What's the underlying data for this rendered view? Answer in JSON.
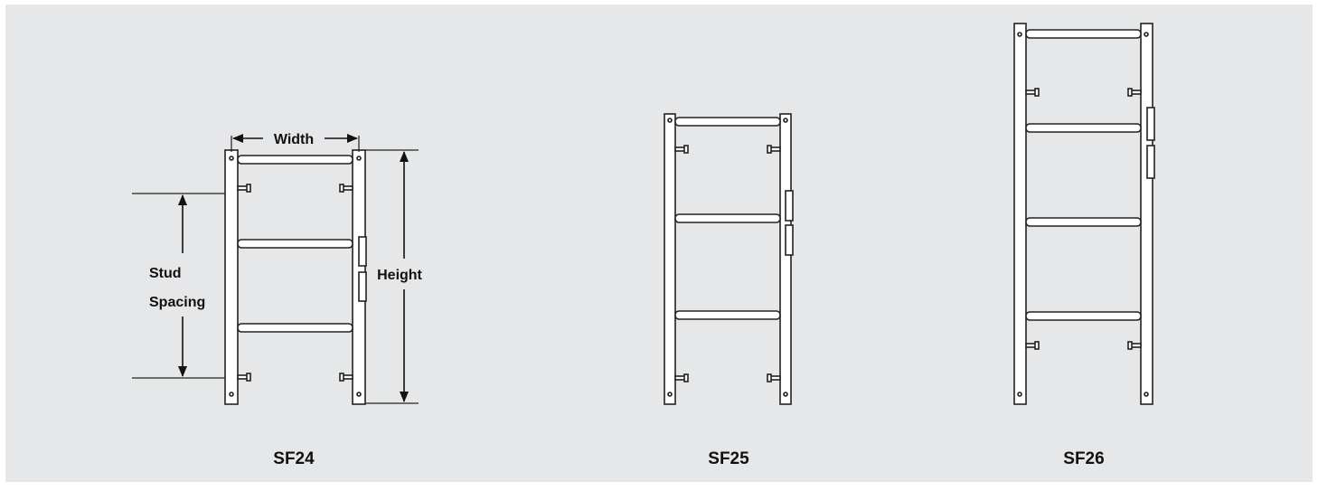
{
  "colors": {
    "panel_background": "#e6e7e9",
    "frame_fill": "#ffffff",
    "line": "#222222"
  },
  "dimension_labels": {
    "width": "Width",
    "height": "Height",
    "stud_line1": "Stud",
    "stud_line2": "Spacing"
  },
  "frames": [
    {
      "model": "SF24"
    },
    {
      "model": "SF25"
    },
    {
      "model": "SF26"
    }
  ]
}
